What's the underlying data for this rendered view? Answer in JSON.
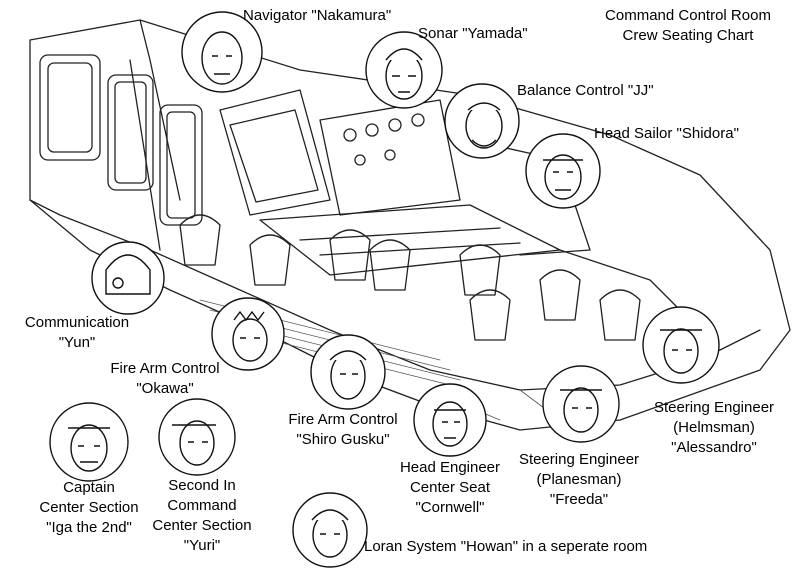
{
  "title": {
    "line1": "Command Control Room",
    "line2": "Crew Seating Chart"
  },
  "crew": [
    {
      "id": "navigator",
      "lines": [
        "Navigator \"Nakamura\""
      ]
    },
    {
      "id": "sonar",
      "lines": [
        "Sonar \"Yamada\""
      ]
    },
    {
      "id": "balance",
      "lines": [
        "Balance Control \"JJ\""
      ]
    },
    {
      "id": "head-sailor",
      "lines": [
        "Head Sailor \"Shidora\""
      ]
    },
    {
      "id": "communication",
      "lines": [
        "Communication",
        "\"Yun\""
      ]
    },
    {
      "id": "fire-arm-okawa",
      "lines": [
        "Fire Arm Control",
        "\"Okawa\""
      ]
    },
    {
      "id": "fire-arm-shiro",
      "lines": [
        "Fire Arm Control",
        "\"Shiro Gusku\""
      ]
    },
    {
      "id": "captain",
      "lines": [
        "Captain",
        "Center Section",
        "\"Iga the 2nd\""
      ]
    },
    {
      "id": "second-in-command",
      "lines": [
        "Second In",
        "Command",
        "Center Section",
        "\"Yuri\""
      ]
    },
    {
      "id": "head-engineer",
      "lines": [
        "Head Engineer",
        "Center Seat",
        "\"Cornwell\""
      ]
    },
    {
      "id": "planesman",
      "lines": [
        "Steering Engineer",
        "(Planesman)",
        "\"Freeda\""
      ]
    },
    {
      "id": "helmsman",
      "lines": [
        "Steering Engineer",
        "(Helmsman)",
        "\"Alessandro\""
      ]
    },
    {
      "id": "loran",
      "lines": [
        "Loran System \"Howan\" in a seperate room"
      ]
    }
  ]
}
